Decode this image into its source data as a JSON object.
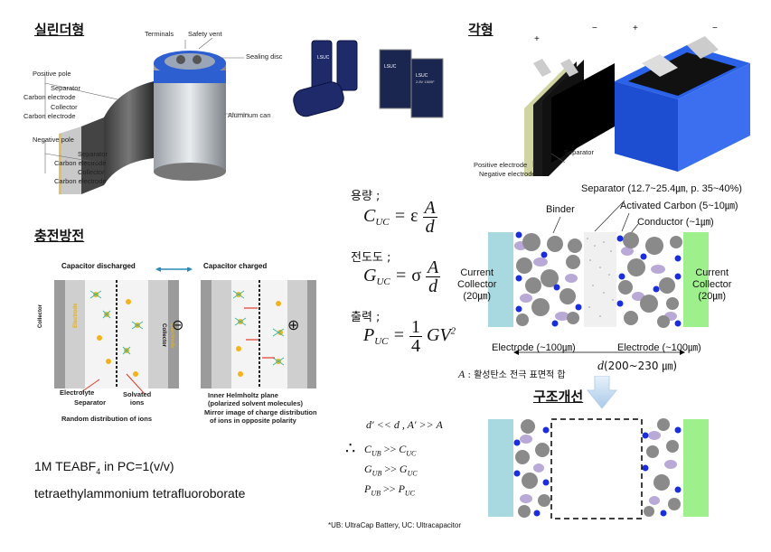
{
  "titles": {
    "cylindrical": "실린더형",
    "prismatic": "각형",
    "charge_discharge": "충전방전",
    "structure_improvement": "구조개선"
  },
  "cylinder_labels": {
    "terminals": "Terminals",
    "safety_vent": "Safety vent",
    "sealing_disc": "Sealing disc",
    "positive_pole": "Positive pole",
    "separator": "Separator",
    "carbon_electrode": "Carbon electrode",
    "collector": "Collector",
    "negative_pole": "Negative pole",
    "aluminum_can": "Aluminum can"
  },
  "product_photo": {
    "brand": "LSUC",
    "spec": "2.8V 1500F"
  },
  "prismatic_labels": {
    "plus": "+",
    "minus": "−",
    "separator": "Separator",
    "positive_electrode": "Positive electrode",
    "negative_electrode": "Negative electrode"
  },
  "charge_panel": {
    "discharged": "Capacitor discharged",
    "charged": "Capacitor charged",
    "collector": "Collector",
    "electrode": "Electrode",
    "electrolyte": "Electrolyte",
    "separator": "Separator",
    "solvated_ions": "Solvated\nions",
    "random_distribution": "Random distribution of ions",
    "inner_helmholtz": "Inner Helmholtz plane",
    "polarized": "(polarized solvent molecules)",
    "mirror": "Mirror image of charge distribution",
    "opposite": "of ions in opposite polarity",
    "minus_sign": "⊖",
    "plus_sign": "⊕"
  },
  "electrolyte_text": {
    "line1_pre": "1M TEABF",
    "line1_sub": "4",
    "line1_post": " in PC=1(v/v)",
    "line2": "tetraethylammonium tetrafluoroborate"
  },
  "equations": {
    "capacity_label": "용량 ;",
    "conductance_label": "전도도 ;",
    "output_label": "출력 ;"
  },
  "electrode_diagram": {
    "separator_label": "Separator (12.7~25.4㎛, p. 35~40%)",
    "binder": "Binder",
    "activated_carbon": "Activated Carbon (5~10㎛)",
    "conductor": "Conductor (~1㎛)",
    "current_collector_left": "Current\nCollector\n(20㎛)",
    "current_collector_right": "Current\nCollector\n(20㎛)",
    "electrode_left": "Electrode (~100㎛)",
    "electrode_right": "Electrode (~100㎛)",
    "d_label": "(200~230 ㎛)",
    "a_label": ": 활성탄소 전극 표면적 합"
  },
  "relations": {
    "line1": "d′ << d ,  A′ >> A",
    "therefore": "∴",
    "footnote": "*UB: UltraCap Battery, UC: Ultracapacitor"
  },
  "colors": {
    "collector_left": "#a8d8e0",
    "collector_right": "#9ef08c",
    "carbon": "#8a8a8a",
    "binder": "#b9a9d6",
    "conductor": "#1a2ee0",
    "arrow_blue": "#2a8ab8"
  }
}
